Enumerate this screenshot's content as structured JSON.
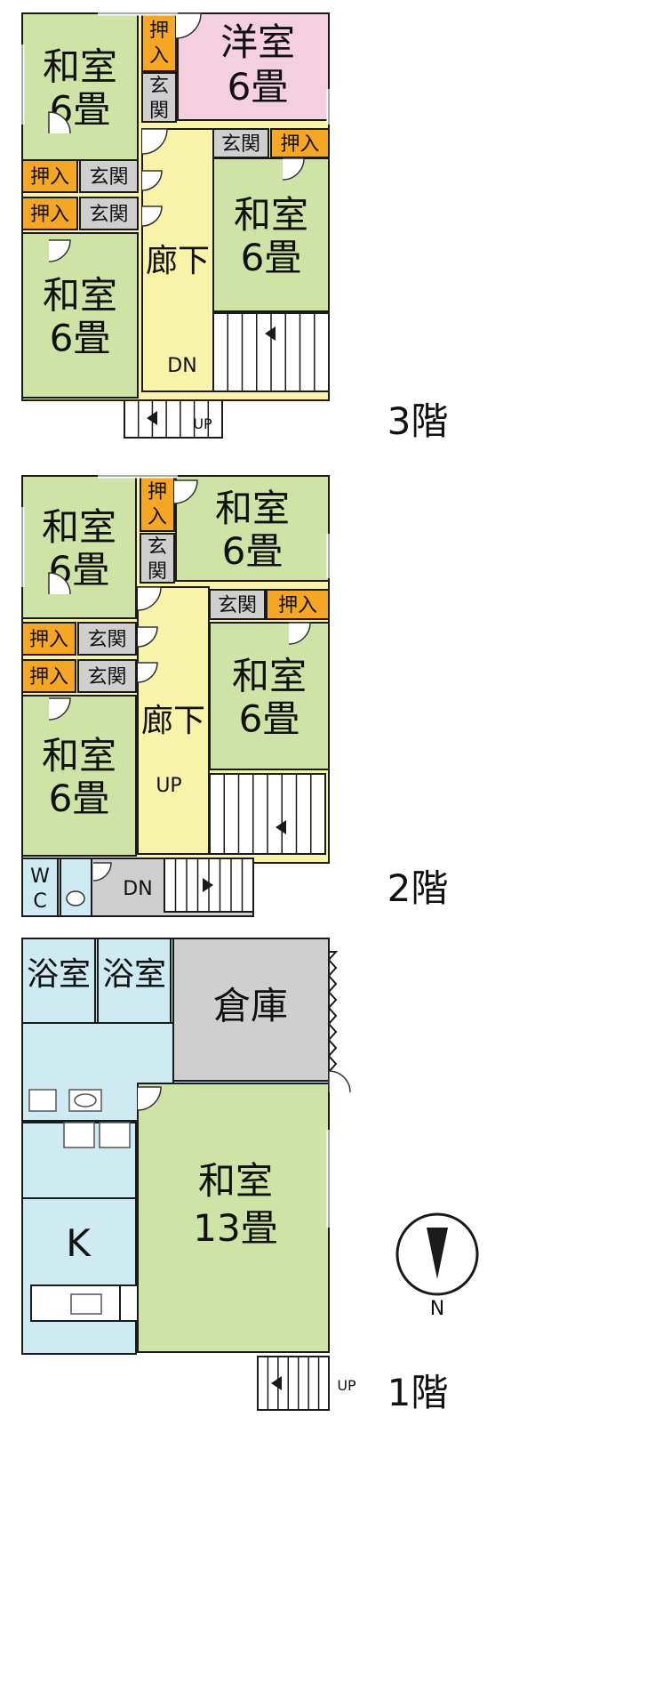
{
  "colors": {
    "washitsu": "#cfe3a6",
    "youshitsu": "#f3cfe0",
    "hallway": "#f7f3a8",
    "oshiire": "#f5a623",
    "genkan": "#cfcfcf",
    "water": "#cdebf0",
    "storage": "#cfcfcf",
    "wall": "#1a1a1a"
  },
  "labels": {
    "washitsu": "和室",
    "youshitsu": "洋室",
    "six_tatami": "6畳",
    "thirteen_tatami": "13畳",
    "oshiire": "押入",
    "oshiire_top": "押",
    "oshiire_bottom": "入",
    "genkan": "玄関",
    "genkan_top": "玄",
    "genkan_bottom": "関",
    "hallway": "廊下",
    "bath": "浴室",
    "storage": "倉庫",
    "kitchen": "K",
    "wc_top": "W",
    "wc_bottom": "C",
    "up": "UP",
    "dn": "DN",
    "north": "N"
  },
  "floors": {
    "third": "3階",
    "second": "2階",
    "first": "1階"
  },
  "icons": [
    "door-swing-icon",
    "stair-arrow-icon",
    "north-arrow-icon",
    "window-icon",
    "sink-icon",
    "toilet-icon"
  ]
}
